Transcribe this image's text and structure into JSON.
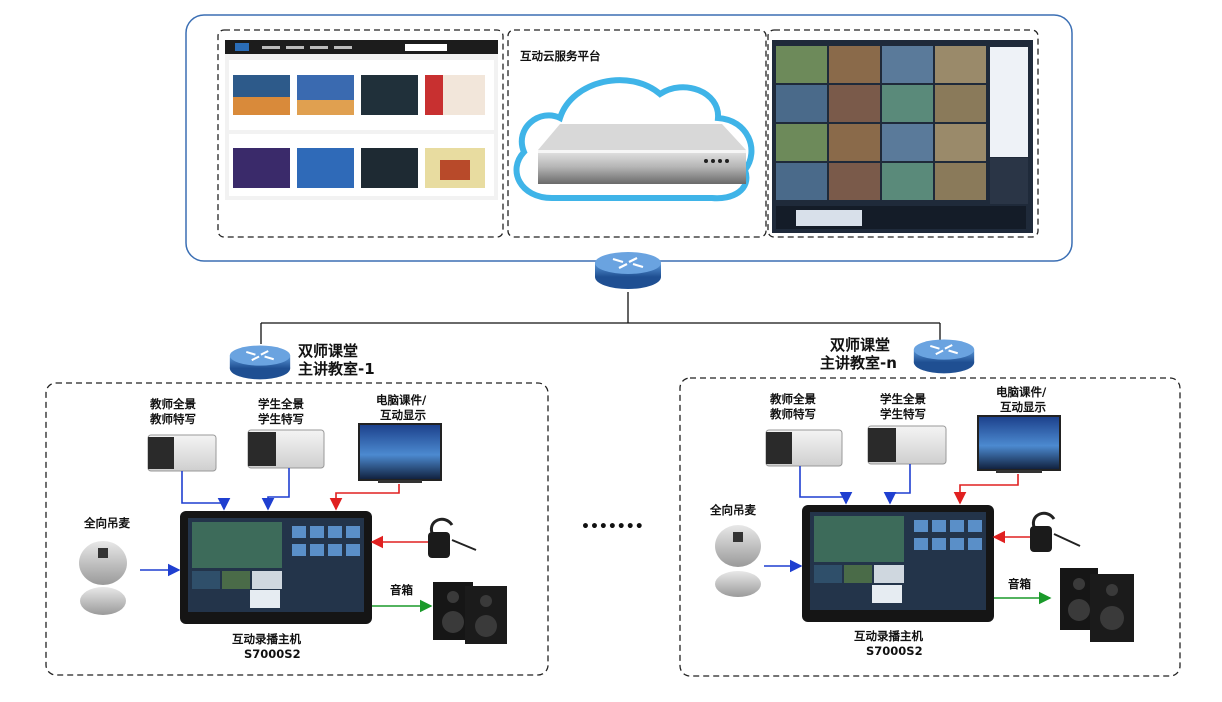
{
  "cloud_platform": {
    "label": "互动云服务平台"
  },
  "classrooms": [
    {
      "title_line1": "双师课堂",
      "title_line2": "主讲教室-1",
      "teacher_camera": {
        "line1": "教师全景",
        "line2": "教师特写"
      },
      "student_camera": {
        "line1": "学生全景",
        "line2": "学生特写"
      },
      "display": {
        "line1": "电脑课件/",
        "line2": "互动显示"
      },
      "mic": "全向吊麦",
      "speaker": "音箱",
      "host_line1": "互动录播主机",
      "host_line2": "S7000S2"
    },
    {
      "title_line1": "双师课堂",
      "title_line2": "主讲教室-n",
      "teacher_camera": {
        "line1": "教师全景",
        "line2": "教师特写"
      },
      "student_camera": {
        "line1": "学生全景",
        "line2": "学生特写"
      },
      "display": {
        "line1": "电脑课件/",
        "line2": "互动显示"
      },
      "mic": "全向吊麦",
      "speaker": "音箱",
      "host_line1": "互动录播主机",
      "host_line2": "S7000S2"
    }
  ],
  "ellipsis": "•••••••",
  "colors": {
    "router_blue": "#2f6fb6",
    "cloud_outline": "#3fb4e8",
    "arrow_blue": "#1f3fd0",
    "arrow_red": "#e02020",
    "arrow_green": "#1a9a2a"
  }
}
